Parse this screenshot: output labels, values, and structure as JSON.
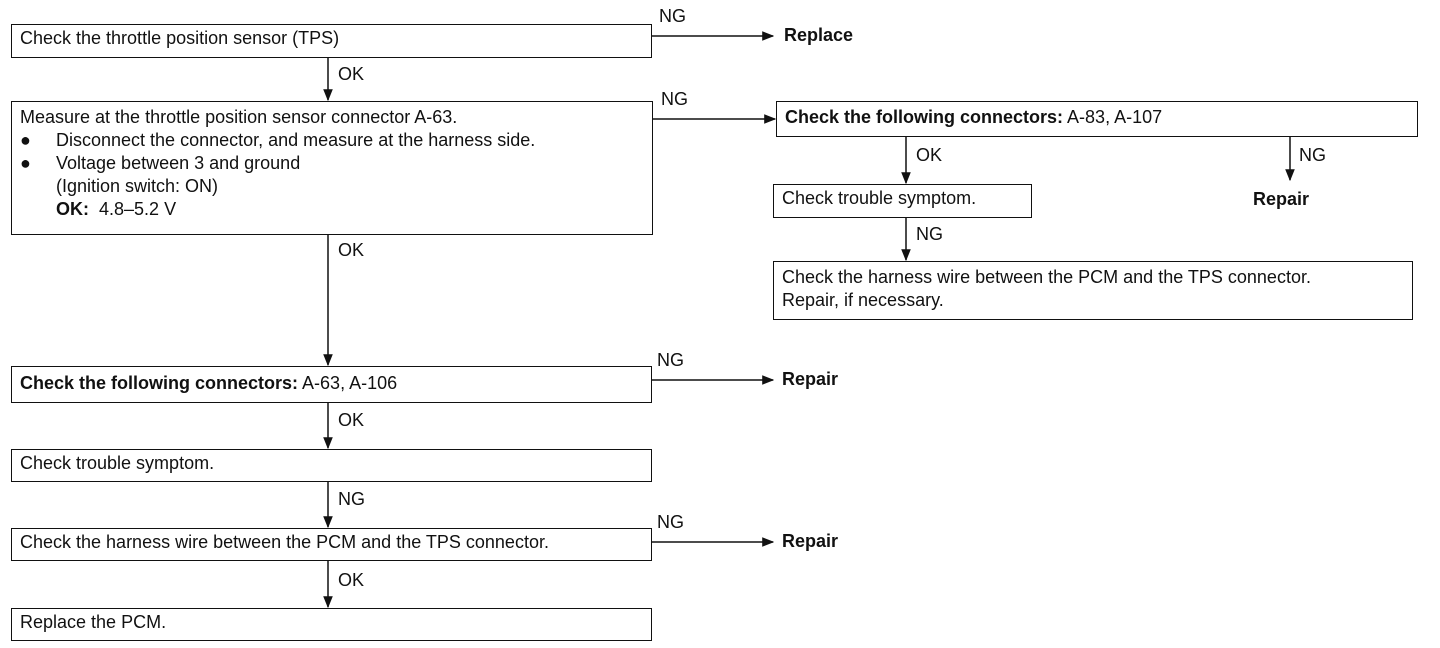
{
  "steps": {
    "s1": {
      "text": "Check the throttle position sensor (TPS)"
    },
    "s2": {
      "line1": "Measure at the throttle position sensor connector A-63.",
      "bullet1": "Disconnect the connector, and measure at the harness side.",
      "bullet2": "Voltage between 3 and ground",
      "sub": "(Ignition switch: ON)",
      "ok_label": "OK:",
      "ok_value": "4.8–5.2 V",
      "bullet_symbol": "●"
    },
    "s3": {
      "bold": "Check the following connectors:",
      "rest": "A-63, A-106"
    },
    "s4": {
      "text": "Check trouble symptom."
    },
    "s5": {
      "text": "Check the harness wire between the PCM and the TPS connector."
    },
    "s6": {
      "text": "Replace the PCM."
    },
    "r1": {
      "bold": "Check the following connectors:",
      "rest": "A-83, A-107"
    },
    "r2": {
      "text": "Check trouble symptom."
    },
    "r3": {
      "line1": "Check the harness wire between the PCM and the TPS connector.",
      "line2": "Repair, if necessary."
    }
  },
  "labels": {
    "ng": "NG",
    "ok": "OK"
  },
  "results": {
    "replace": "Replace",
    "repair": "Repair"
  }
}
